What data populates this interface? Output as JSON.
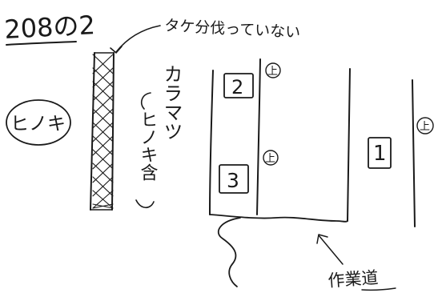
{
  "header": {
    "plot_id": "208の2",
    "note": "タケ分伐っていない"
  },
  "labels": {
    "hinoki": "ヒノキ",
    "karamatsu": "カラマツ",
    "karamatsu_note": "ヒノキ含",
    "work_road": "作業道"
  },
  "compartments": [
    {
      "number": "2",
      "mark": "上"
    },
    {
      "number": "3",
      "mark": "上"
    },
    {
      "number": "1",
      "mark": "上"
    }
  ],
  "colors": {
    "ink": "#1a1a1a",
    "paper": "#ffffff"
  }
}
